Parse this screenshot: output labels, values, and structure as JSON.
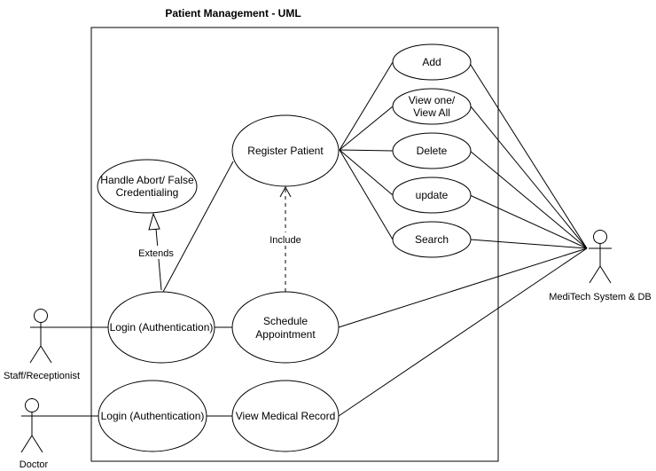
{
  "title": "Patient Management - UML",
  "actors": {
    "staff": "Staff/Receptionist",
    "doctor": "Doctor",
    "system": "MediTech System & DB"
  },
  "use_cases": {
    "handle_abort": [
      "Handle Abort/ False",
      "Credentialing"
    ],
    "login_staff": "Login (Authentication)",
    "register_patient": "Register Patient",
    "schedule_appointment": [
      "Schedule",
      "Appointment"
    ],
    "login_doctor": "Login (Authentication)",
    "view_medical_record": "View Medical Record",
    "add": "Add",
    "view_one_all": [
      "View one/",
      "View All"
    ],
    "delete": "Delete",
    "update": "update",
    "search": "Search"
  },
  "relations": {
    "extends": "Extends",
    "include": "Include"
  }
}
